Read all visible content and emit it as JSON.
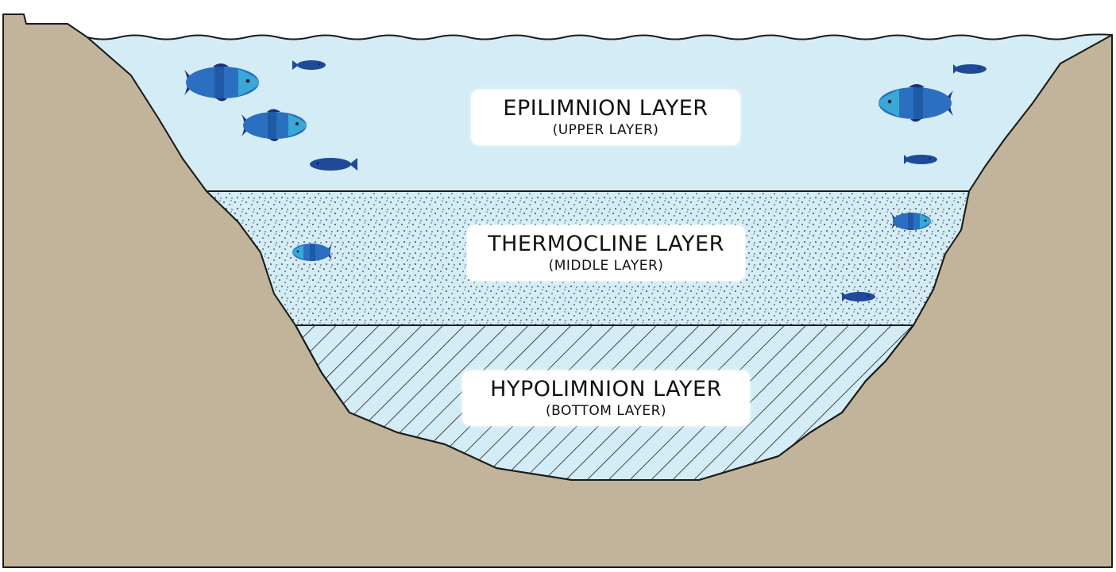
{
  "diagram": {
    "layers": [
      {
        "name": "EPILIMNION LAYER",
        "subtitle": "(UPPER LAYER)"
      },
      {
        "name": "THERMOCLINE LAYER",
        "subtitle": "(MIDDLE LAYER)"
      },
      {
        "name": "HYPOLIMNION LAYER",
        "subtitle": "(BOTTOM LAYER)"
      }
    ],
    "colors": {
      "ground": "#c2b49a",
      "water": "#d3ecf5",
      "outline": "#1b1b1b",
      "fish_dark": "#1f2f7a",
      "fish_mid": "#2a6fc0",
      "fish_light": "#39a8d6"
    }
  }
}
